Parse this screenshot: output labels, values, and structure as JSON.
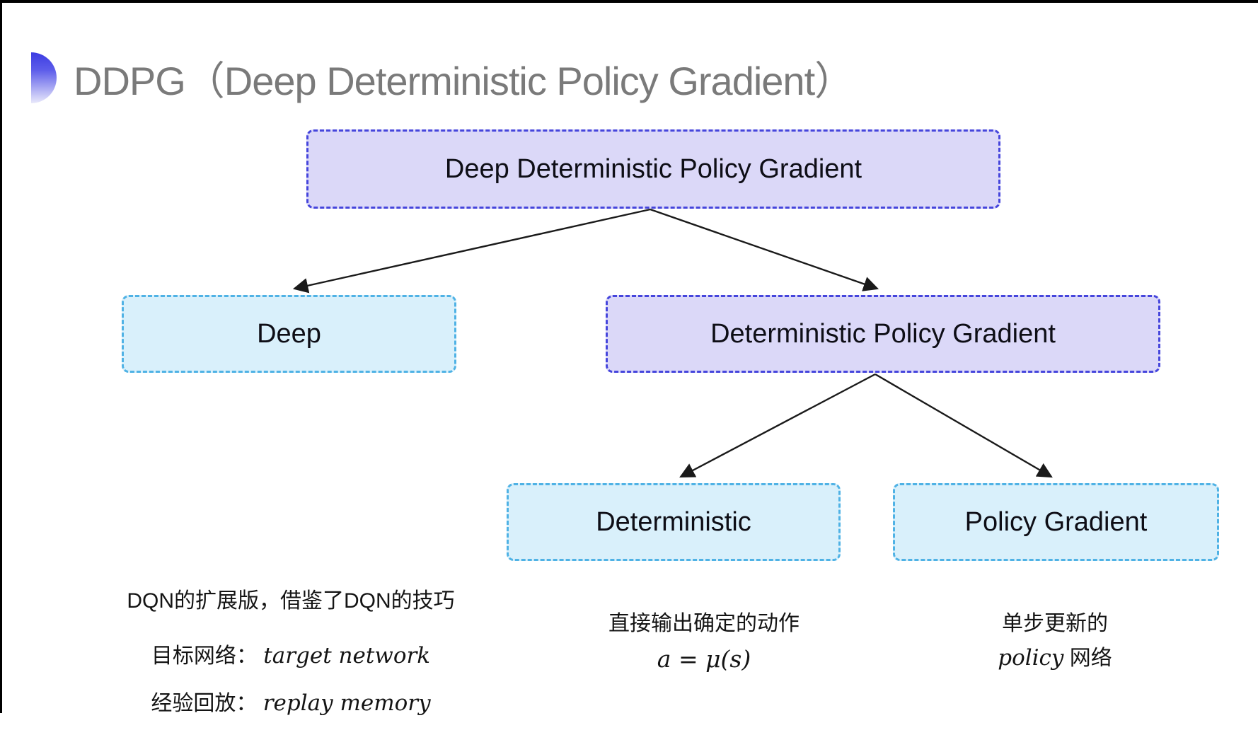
{
  "page": {
    "title": "DDPG（Deep Deterministic Policy Gradient）",
    "title_icon": "half-circle-icon"
  },
  "colors": {
    "purple_fill": "#dbd8f8",
    "purple_border": "#4545dc",
    "blue_fill": "#d9f0fb",
    "blue_border": "#4fb2e5",
    "title_gray": "#7a7a7a",
    "arrow": "#1a1a1a",
    "icon_gradient_top": "#3c3ce2",
    "icon_gradient_bottom": "#e9e9fb"
  },
  "diagram": {
    "root": {
      "label": "Deep Deterministic Policy Gradient",
      "style": "purple"
    },
    "level2": [
      {
        "label": "Deep",
        "style": "blue"
      },
      {
        "label": "Deterministic Policy Gradient",
        "style": "purple"
      }
    ],
    "level3": [
      {
        "label": "Deterministic",
        "style": "blue"
      },
      {
        "label": "Policy Gradient",
        "style": "blue"
      }
    ],
    "edges": [
      "root->deep",
      "root->deterministic-policy-gradient",
      "deterministic-policy-gradient->deterministic",
      "deterministic-policy-gradient->policy-gradient"
    ]
  },
  "annotations": {
    "deep": {
      "line1": "DQN的扩展版，借鉴了DQN的技巧",
      "line2_label": "目标网络：",
      "line2_term": "target network",
      "line3_label": "经验回放：",
      "line3_term": "replay memory"
    },
    "deterministic": {
      "line1": "直接输出确定的动作",
      "formula": "a = μ(s)"
    },
    "policy_gradient": {
      "line1": "单步更新的",
      "term": "policy",
      "suffix": " 网络"
    }
  }
}
